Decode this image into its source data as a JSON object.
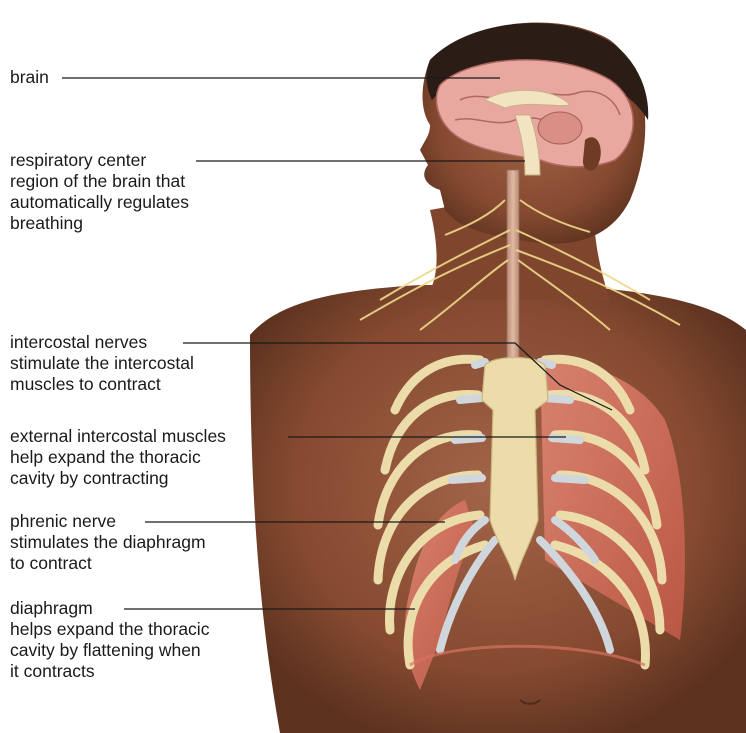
{
  "labels": [
    {
      "id": "brain",
      "lines": [
        "brain"
      ]
    },
    {
      "id": "respiratory-center",
      "lines": [
        "respiratory center",
        "region of the brain that",
        "automatically regulates",
        "breathing"
      ]
    },
    {
      "id": "intercostal-nerves",
      "lines": [
        "intercostal nerves",
        "stimulate the intercostal",
        "muscles to contract"
      ]
    },
    {
      "id": "external-intercostal-muscles",
      "lines": [
        "external intercostal muscles",
        "help expand the thoracic",
        "cavity by contracting"
      ]
    },
    {
      "id": "phrenic-nerve",
      "lines": [
        "phrenic nerve",
        "stimulates the diaphragm",
        "to contract"
      ]
    },
    {
      "id": "diaphragm",
      "lines": [
        "diaphragm",
        "helps expand the thoracic",
        "cavity by flattening when",
        "it contracts"
      ]
    }
  ],
  "colors": {
    "skin": "#8a5236",
    "skin_shadow": "#5e3320",
    "bone": "#ecdcaa",
    "cartilage": "#cfd6dc",
    "muscle": "#d9725f",
    "nerve": "#efd98a",
    "brain": "#e8a8a0",
    "hair": "#2b1d16",
    "leader_line": "#1a1a1a"
  }
}
